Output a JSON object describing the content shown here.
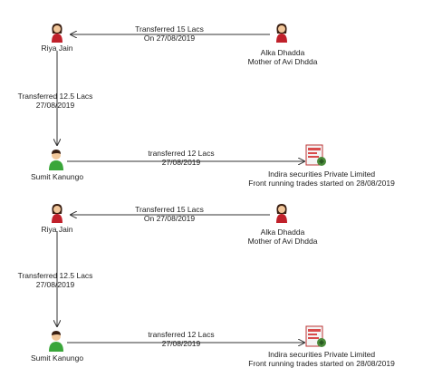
{
  "diagram": {
    "blocks": [
      {
        "riya": "Riya Jain",
        "alka_name": "Alka Dhadda",
        "alka_role": "Mother of Avi Dhdda",
        "transfer_top_line1": "Transferred 15 Lacs",
        "transfer_top_line2": "On 27/08/2019",
        "transfer_down_line1": "Transferred 12.5 Lacs",
        "transfer_down_line2": "27/08/2019",
        "sumit": "Sumit Kanungo",
        "transfer_right_line1": "transferred 12 Lacs",
        "transfer_right_line2": "27/08/2019",
        "indira_name": "Indira securities Private Limited",
        "indira_note": "Front running trades started on 28/08/2019"
      },
      {
        "riya": "Riya Jain",
        "alka_name": "Alka Dhadda",
        "alka_role": "Mother of Avi Dhdda",
        "transfer_top_line1": "Transferred 15 Lacs",
        "transfer_top_line2": "On 27/08/2019",
        "transfer_down_line1": "Transferred 12.5 Lacs",
        "transfer_down_line2": "27/08/2019",
        "sumit": "Sumit Kanungo",
        "transfer_right_line1": "transferred 12 Lacs",
        "transfer_right_line2": "27/08/2019",
        "indira_name": "Indira securities Private Limited",
        "indira_note": "Front running trades started on 28/08/2019"
      }
    ],
    "colors": {
      "female_icon": "#c0202a",
      "male_icon": "#3aa63a",
      "skin": "#f2c79a",
      "hair": "#3a1f12",
      "line": "#333333",
      "company_icon": "#d94b4b"
    },
    "icons": {
      "female": "woman-person-icon",
      "male": "man-person-icon",
      "company": "company-document-icon"
    }
  }
}
